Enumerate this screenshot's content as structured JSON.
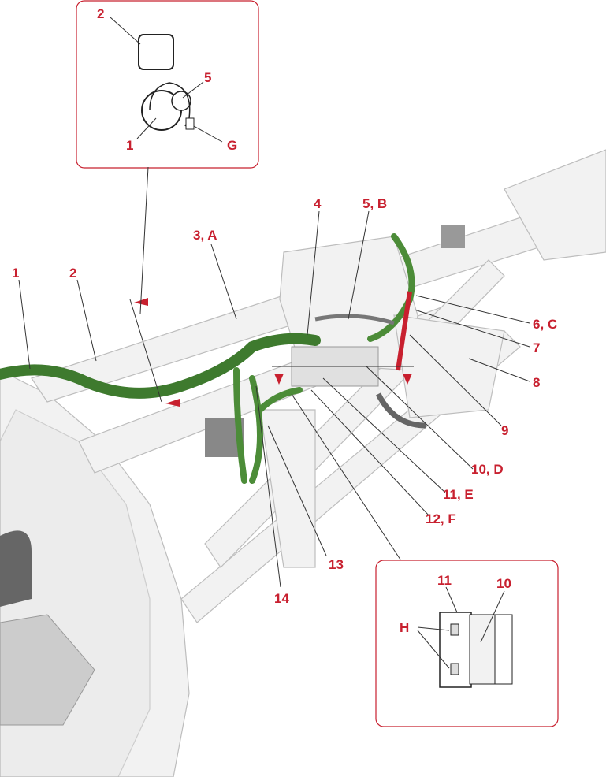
{
  "colors": {
    "label": "#c8202f",
    "harness": "#3e7a2e",
    "frame": "#f2f2f2"
  },
  "top_inset": {
    "labels": {
      "l2": "2",
      "l5": "5",
      "l1": "1",
      "lG": "G"
    }
  },
  "main": {
    "labels": {
      "l1": "1",
      "l2": "2",
      "l3": "3, A",
      "l4": "4",
      "l5": "5, B",
      "l6": "6, C",
      "l7": "7",
      "l8": "8",
      "l9": "9",
      "l10": "10, D",
      "l11": "11, E",
      "l12": "12, F",
      "l13": "13",
      "l14": "14"
    }
  },
  "bottom_inset": {
    "labels": {
      "l11": "11",
      "l10": "10",
      "lH": "H"
    }
  }
}
